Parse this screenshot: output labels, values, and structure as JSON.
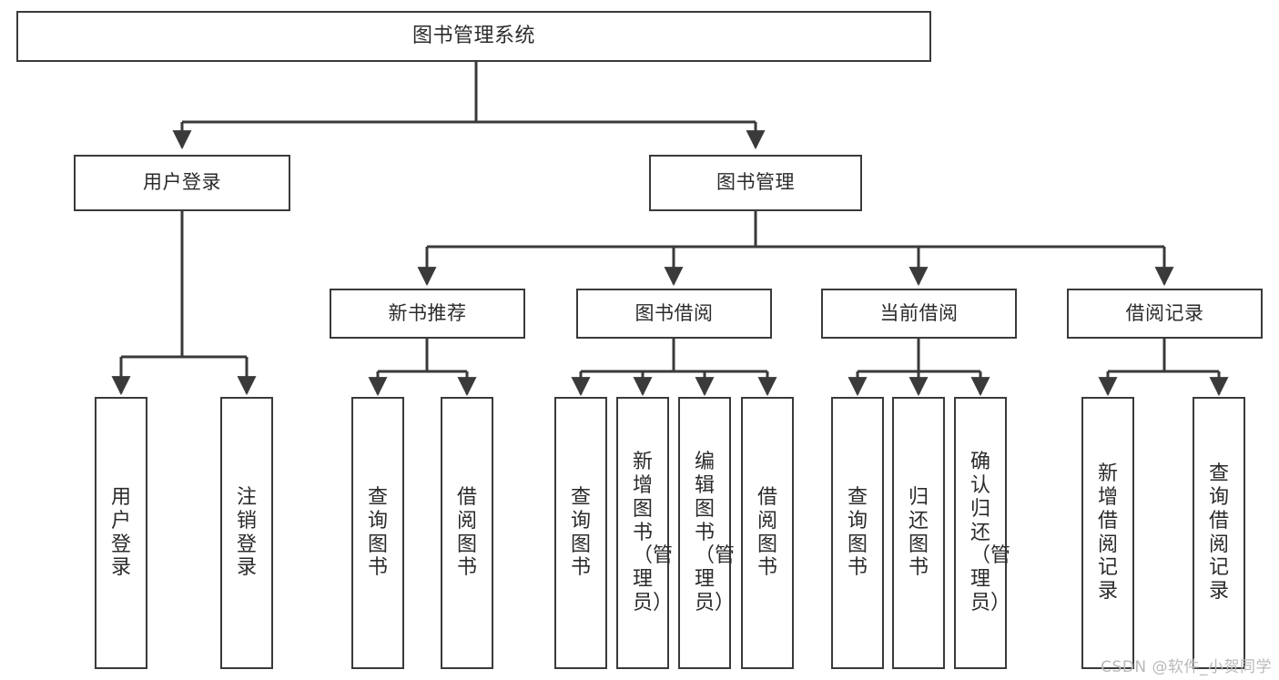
{
  "diagram": {
    "type": "tree",
    "title": "图书管理系统",
    "watermark": "CSDN @软件_小贺同学",
    "colors": {
      "box_border": "#3a3a3a",
      "box_fill": "#ffffff",
      "edge": "#3a3a3a",
      "text": "#2b2b2b",
      "watermark": "#b9b9b9"
    },
    "nodes": {
      "root": {
        "label": "图书管理系统"
      },
      "level1": [
        {
          "label": "用户登录"
        },
        {
          "label": "图书管理"
        }
      ],
      "level2": [
        {
          "label": "新书推荐"
        },
        {
          "label": "图书借阅"
        },
        {
          "label": "当前借阅"
        },
        {
          "label": "借阅记录"
        }
      ],
      "leaves": {
        "user_login": [
          {
            "label": "用户登录"
          },
          {
            "label": "注销登录"
          }
        ],
        "new_book_recommend": [
          {
            "label": "查询图书"
          },
          {
            "label": "借阅图书"
          }
        ],
        "book_borrow": [
          {
            "label": "查询图书"
          },
          {
            "label": "新增图书（管理员）"
          },
          {
            "label": "编辑图书（管理员）"
          },
          {
            "label": "借阅图书"
          }
        ],
        "current_borrow": [
          {
            "label": "查询图书"
          },
          {
            "label": "归还图书"
          },
          {
            "label": "确认归还（管理员）"
          }
        ],
        "borrow_record": [
          {
            "label": "新增借阅记录"
          },
          {
            "label": "查询借阅记录"
          }
        ]
      }
    }
  }
}
